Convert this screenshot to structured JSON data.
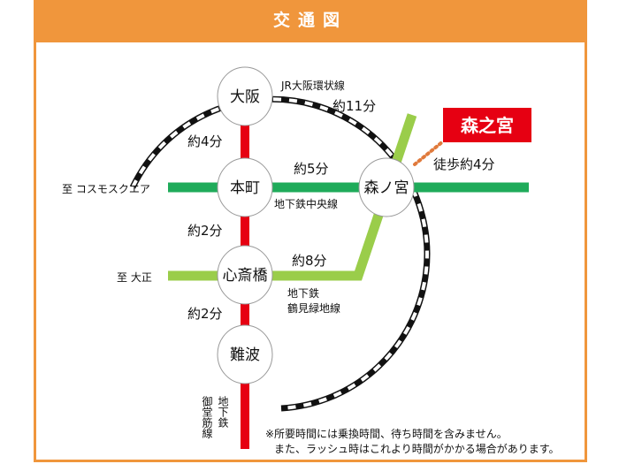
{
  "title": "交通図",
  "stations": {
    "osaka": "大阪",
    "honmachi": "本町",
    "shinsaibashi": "心斎橋",
    "namba": "難波",
    "morinomiya": "森ノ宮"
  },
  "destination": "森之宮",
  "lines": {
    "jr_loop": "JR大阪環状線",
    "chuo": "地下鉄中央線",
    "nagahori_1": "地下鉄",
    "nagahori_2": "鶴見緑地線",
    "midosuji_1": "地下鉄",
    "midosuji_2": "御堂筋線"
  },
  "directions": {
    "cosmo": "至 コスモスクエア",
    "taisho": "至 大正"
  },
  "times": {
    "osaka_morinomiya": "約11分",
    "osaka_honmachi": "約4分",
    "honmachi_morinomiya": "約5分",
    "honmachi_shinsaibashi": "約2分",
    "shinsaibashi_morinomiya": "約8分",
    "shinsaibashi_namba": "約2分",
    "walk": "徒歩約4分"
  },
  "notes": [
    "※所要時間には乗換時間、待ち時間を含みません。",
    "また、ラッシュ時はこれより時間がかかる場合があります。"
  ],
  "colors": {
    "header": "#f0963c",
    "midosuji": "#e60012",
    "chuo": "#1fab5a",
    "nagahori": "#9acd4a",
    "destination": "#e60012",
    "walk": "#e07a3c"
  }
}
